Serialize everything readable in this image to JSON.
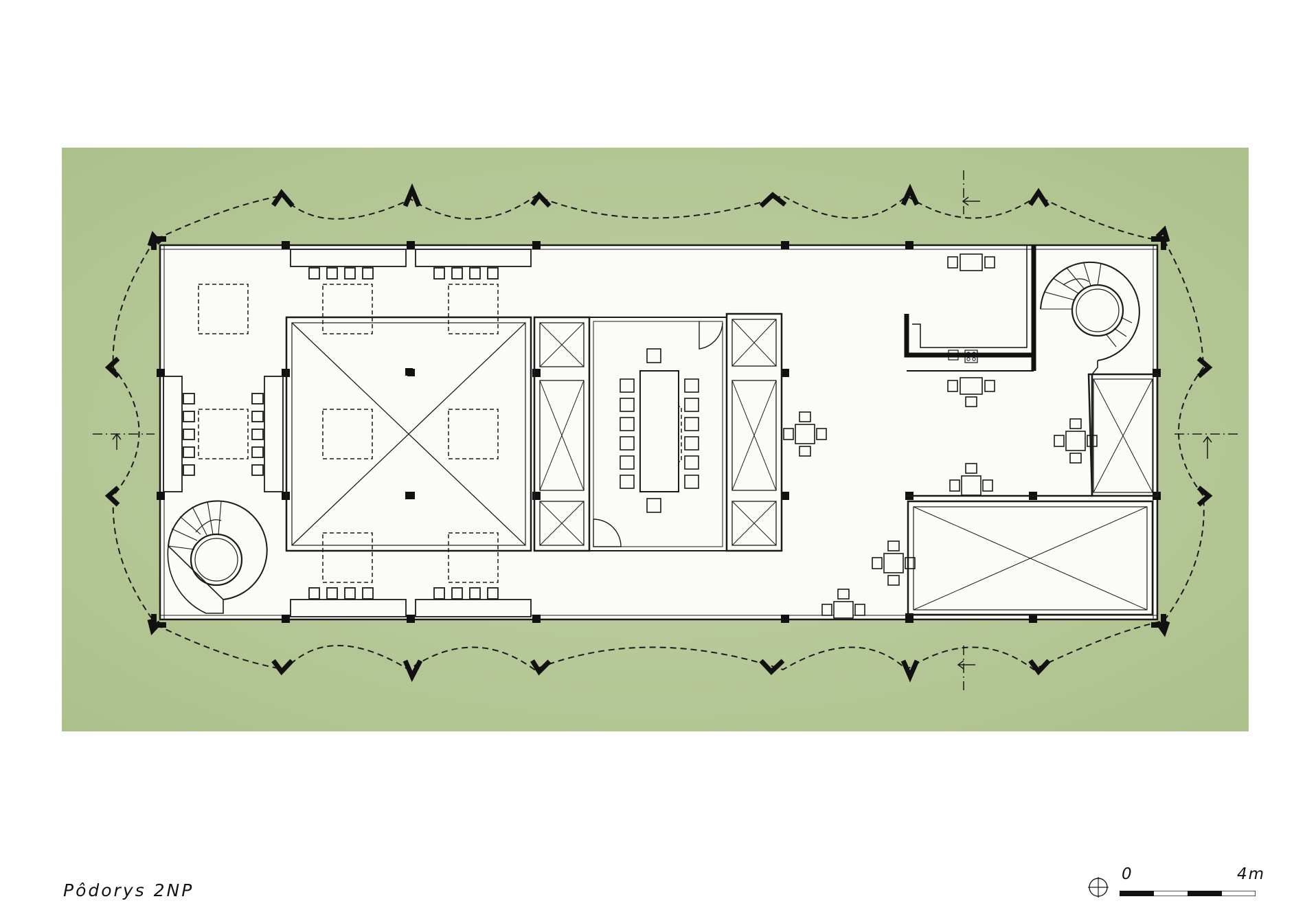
{
  "drawing": {
    "title": "Pôdorys 2NP",
    "north_symbol": "north-arrow-icon",
    "scale_bar": {
      "start_label": "0",
      "end_label": "4m"
    }
  },
  "colors": {
    "ground": "#bccb9e",
    "ground_dark": "#a8bb86",
    "floor": "#fbfbf8",
    "ink": "#1a1a1a"
  }
}
